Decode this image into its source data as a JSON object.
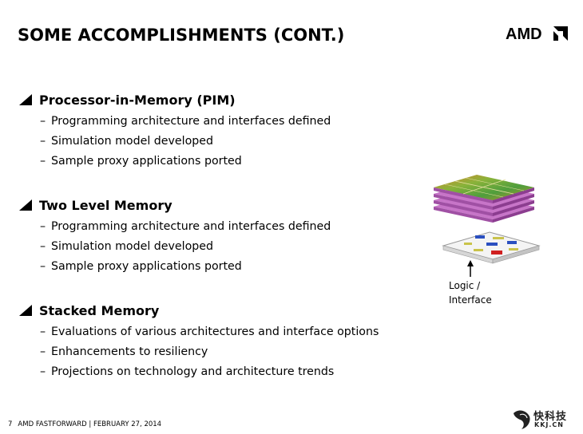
{
  "slide": {
    "title": "SOME ACCOMPLISHMENTS (CONT.)",
    "logo_text": "AMD",
    "sections": [
      {
        "heading": "Processor-in-Memory (PIM)",
        "items": [
          "Programming architecture and interfaces defined",
          "Simulation model developed",
          "Sample proxy applications ported"
        ]
      },
      {
        "heading": "Two Level Memory",
        "items": [
          "Programming architecture and interfaces defined",
          "Simulation model developed",
          "Sample proxy applications ported"
        ]
      },
      {
        "heading": "Stacked Memory",
        "items": [
          "Evaluations of various architectures and interface options",
          "Enhancements to resiliency",
          "Projections on technology and architecture trends"
        ]
      }
    ],
    "dash": "–",
    "figure_caption_line1": "Logic /",
    "figure_caption_line2": "Interface"
  },
  "footer": {
    "page_number": "7",
    "text": "AMD FASTFORWARD  |  FEBRUARY 27, 2014"
  },
  "watermark": {
    "text": "快科技",
    "url": "KKJ.CN"
  },
  "colors": {
    "text": "#000000",
    "background": "#ffffff"
  }
}
